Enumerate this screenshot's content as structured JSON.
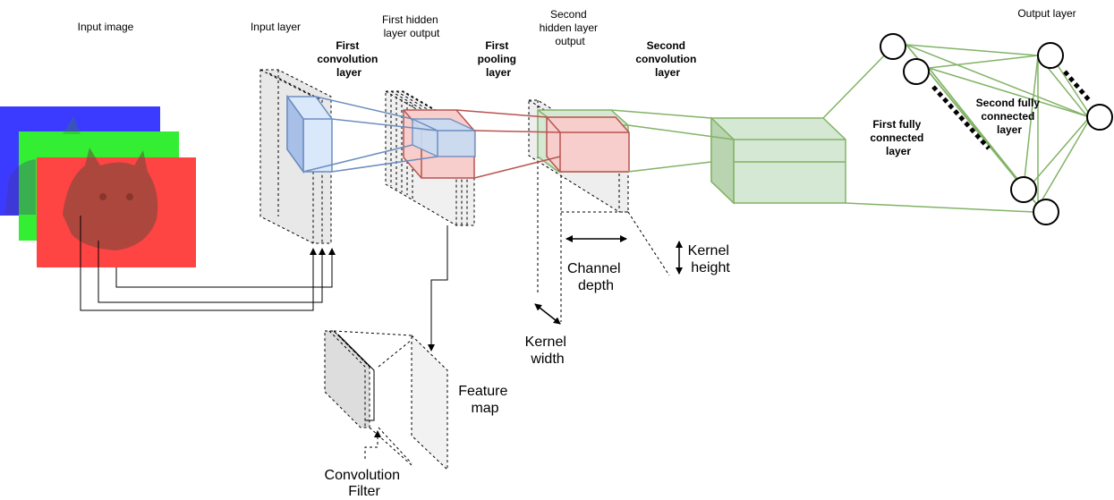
{
  "labels": {
    "input_image": "Input image",
    "input_layer": "Input layer",
    "first_conv": [
      "First",
      "convolution",
      "layer"
    ],
    "first_hidden": [
      "First hidden",
      "layer output"
    ],
    "first_pool": [
      "First",
      "pooling",
      "layer"
    ],
    "second_hidden": [
      "Second",
      "hidden layer",
      "output"
    ],
    "second_conv": [
      "Second",
      "convolution",
      "layer"
    ],
    "first_fc": [
      "First fully",
      "connected",
      "layer"
    ],
    "second_fc": [
      "Second fully",
      "connected",
      "layer"
    ],
    "output_layer": "Output layer",
    "channel_depth": [
      "Channel",
      "depth"
    ],
    "kernel_height": [
      "Kernel",
      "height"
    ],
    "kernel_width": [
      "Kernel",
      "width"
    ],
    "feature_map": [
      "Feature",
      "map"
    ],
    "conv_filter": [
      "Convolution",
      "Filter"
    ]
  },
  "colors": {
    "blue_channel": "#3b3bff",
    "green_channel": "#33ee33",
    "red_channel": "#ff4444",
    "conv_blue_fill": "#dae8fc",
    "conv_blue_stroke": "#6c8ebf",
    "pool_red_fill": "#f8cecc",
    "pool_red_stroke": "#b85450",
    "green_fill": "#d5e8d4",
    "green_stroke": "#82b366"
  }
}
